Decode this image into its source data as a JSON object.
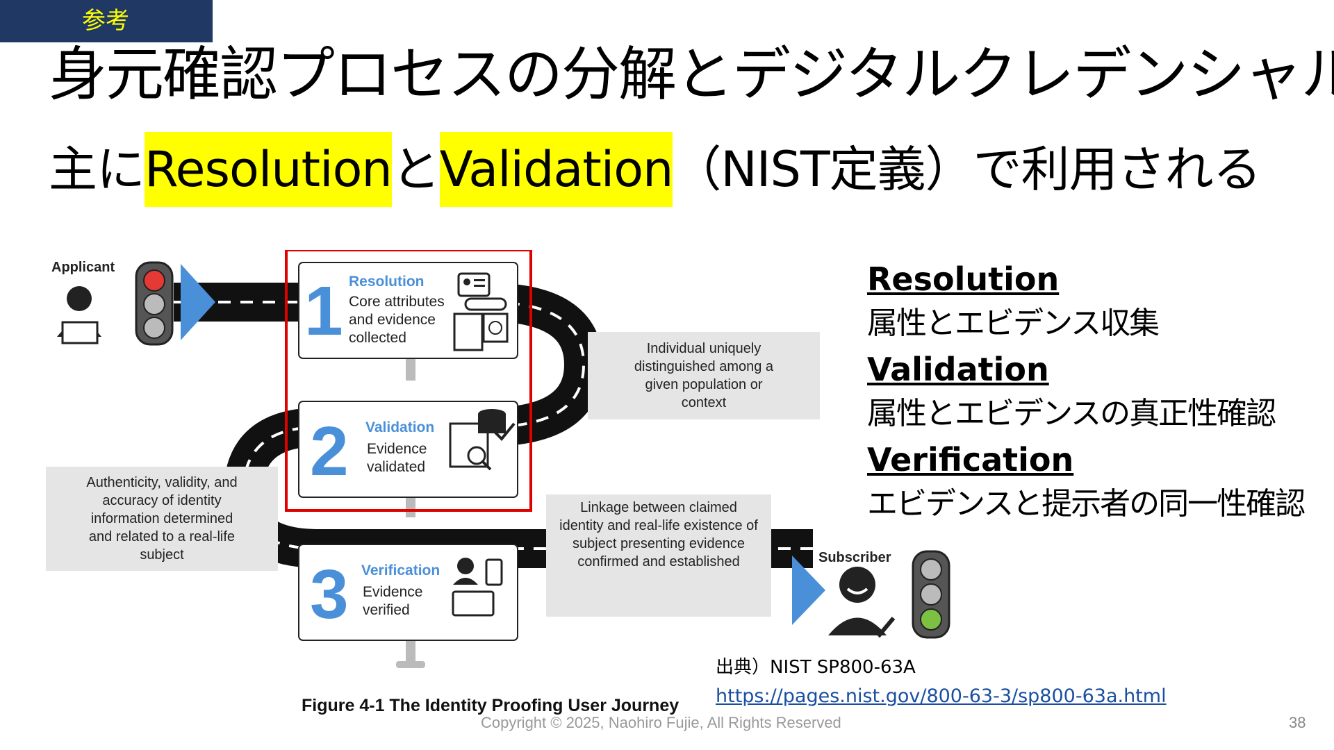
{
  "tag": "参考",
  "title": "身元確認プロセスの分解とデジタルクレデンシャル",
  "subtitle": {
    "prefix": "主に",
    "term1": "Resolution",
    "mid": "と",
    "term2": "Validation",
    "suffix": "（NIST定義）で利用される"
  },
  "diagram": {
    "applicant_label": "Applicant",
    "subscriber_label": "Subscriber",
    "steps": [
      {
        "number": "1",
        "title": "Resolution",
        "desc": [
          "Core attributes",
          "and evidence",
          "collected"
        ]
      },
      {
        "number": "2",
        "title": "Validation",
        "desc": [
          "Evidence",
          "validated"
        ]
      },
      {
        "number": "3",
        "title": "Verification",
        "desc": [
          "Evidence",
          "verified"
        ]
      }
    ],
    "notes": {
      "resolution": [
        "Individual uniquely",
        "distinguished among a",
        "given population or",
        "context"
      ],
      "validation": [
        "Authenticity, validity, and",
        "accuracy of identity",
        "information determined",
        "and related to a real-life",
        "subject"
      ],
      "verification": [
        "Linkage between claimed",
        "identity and real-life existence of",
        "subject presenting evidence",
        "confirmed and established"
      ]
    },
    "caption": "Figure 4-1 The Identity Proofing User Journey",
    "colors": {
      "accent_blue": "#4a90d9",
      "highlight_box": "#e00000",
      "road": "#111111"
    }
  },
  "definitions": [
    {
      "term": "Resolution",
      "desc": "属性とエビデンス収集"
    },
    {
      "term": "Validation",
      "desc": "属性とエビデンスの真正性確認"
    },
    {
      "term": "Verification",
      "desc": "エビデンスと提示者の同一性確認"
    }
  ],
  "source": {
    "label": "出典）NIST SP800-63A",
    "url": "https://pages.nist.gov/800-63-3/sp800-63a.html"
  },
  "copyright": "Copyright © 2025, Naohiro Fujie, All Rights Reserved",
  "page_number": "38"
}
